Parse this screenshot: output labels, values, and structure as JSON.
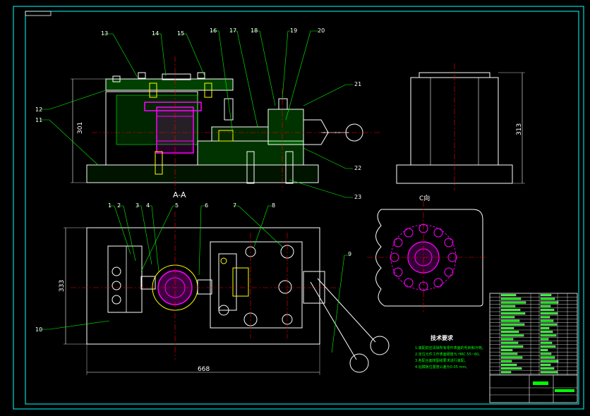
{
  "drawing": {
    "section_label": "A-A",
    "view_label": "C向",
    "dims": {
      "front_height": "301",
      "side_height": "313",
      "plan_depth": "333",
      "plan_width": "668"
    },
    "top_callouts": [
      "13",
      "14",
      "15",
      "16",
      "17",
      "18",
      "19",
      "20"
    ],
    "left_callouts": [
      "12",
      "11"
    ],
    "right_callouts": [
      "21",
      "22",
      "23"
    ],
    "plan_callouts": [
      "1",
      "2",
      "3",
      "4",
      "5",
      "6",
      "7",
      "8"
    ],
    "plan_side_callouts": [
      "10",
      "9"
    ],
    "tech_requirements": {
      "title": "技术要求",
      "lines": [
        "1.装配前应清除所有零件表面的毛刺和污物。",
        "2.定位元件工作表面硬度为 HRC 55~60。",
        "3.各配合面按图纸要求进行装配。",
        "4.钻模板位置度公差为0.05 mm。"
      ]
    }
  },
  "colors": {
    "frame": "#00ffff",
    "outline": "#ffffff",
    "leader": "#00ff00",
    "center": "#ff0000",
    "workpiece": "#ff00ff",
    "bolt": "#ffff00"
  }
}
